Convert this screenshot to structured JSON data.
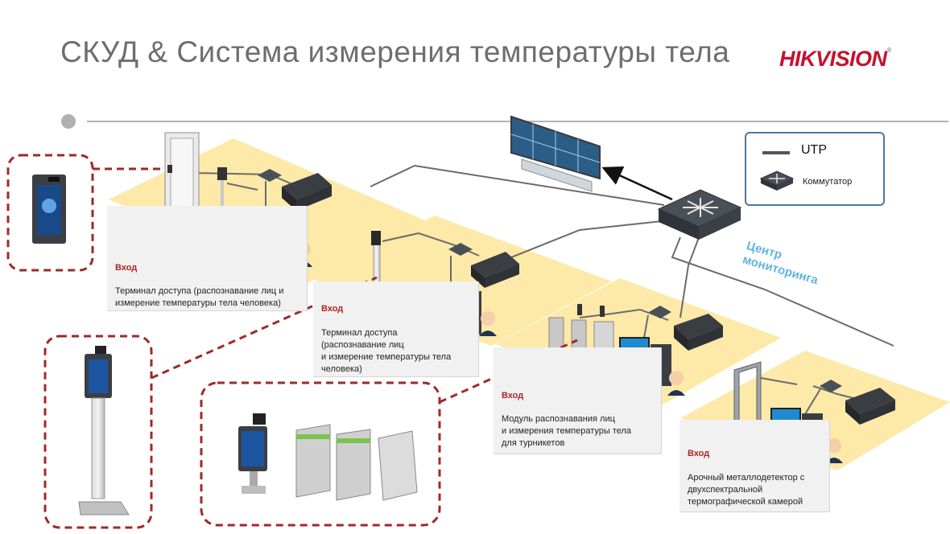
{
  "header": {
    "title": "СКУД & Система измерения температуры тела",
    "logo": "HIKVISION"
  },
  "zones": [
    {
      "heading": "Вход",
      "text": [
        "Терминал доступа (распознавание лиц и",
        "измерение температуры тела человека)"
      ]
    },
    {
      "heading": "Вход",
      "text": [
        "Терминал доступа",
        "(распознавание лиц",
        "и измерение температуры тела",
        "человека)"
      ]
    },
    {
      "heading": "Вход",
      "text": [
        "Модуль распознавания лиц",
        "и измерения температуры тела",
        "для турникетов"
      ]
    },
    {
      "heading": "Вход",
      "text": [
        "Арочный металлодетектор с",
        "двухспектральной",
        "термографической камерой"
      ]
    }
  ],
  "legend": {
    "utp": "UTP",
    "switch": "Коммутатор"
  },
  "center": {
    "line1": "Центр",
    "line2": "мониторинга"
  },
  "colors": {
    "zone_fill": "#fde9a8",
    "cable": "#6b6b6b",
    "dashed_callout": "#9e2a2a",
    "logo": "#c8102e",
    "center_text": "#5fb6e0"
  }
}
